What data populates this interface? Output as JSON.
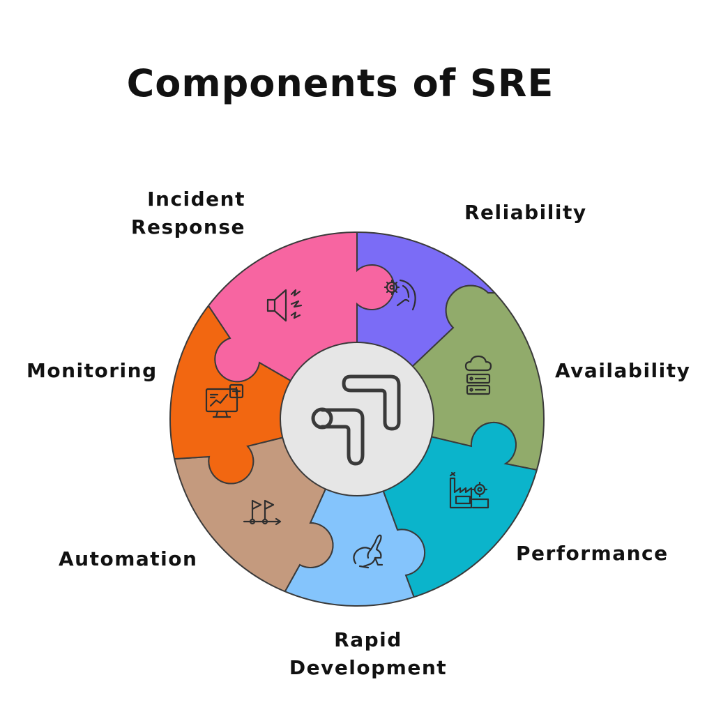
{
  "title": "Components of SRE",
  "segments": [
    {
      "id": "reliability",
      "lines": [
        "Reliability"
      ],
      "color": "#7B6CF6",
      "icon": "gear-hand-icon"
    },
    {
      "id": "availability",
      "lines": [
        "Availability"
      ],
      "color": "#91AB6B",
      "icon": "cloud-server-icon"
    },
    {
      "id": "performance",
      "lines": [
        "Performance"
      ],
      "color": "#0BB4CB",
      "icon": "factory-gear-icon"
    },
    {
      "id": "rapid-development",
      "lines": [
        "Rapid",
        "Development"
      ],
      "color": "#84C4FC",
      "icon": "rabbit-icon"
    },
    {
      "id": "automation",
      "lines": [
        "Automation"
      ],
      "color": "#C49A7E",
      "icon": "flags-workflow-icon"
    },
    {
      "id": "monitoring",
      "lines": [
        "Monitoring"
      ],
      "color": "#F26711",
      "icon": "monitor-chart-icon"
    },
    {
      "id": "incident-response",
      "lines": [
        "Incident",
        "Response"
      ],
      "color": "#F765A1",
      "icon": "alarm-speaker-icon"
    }
  ],
  "center": {
    "icon": "sre-logo-icon",
    "color": "#E6E6E6"
  }
}
